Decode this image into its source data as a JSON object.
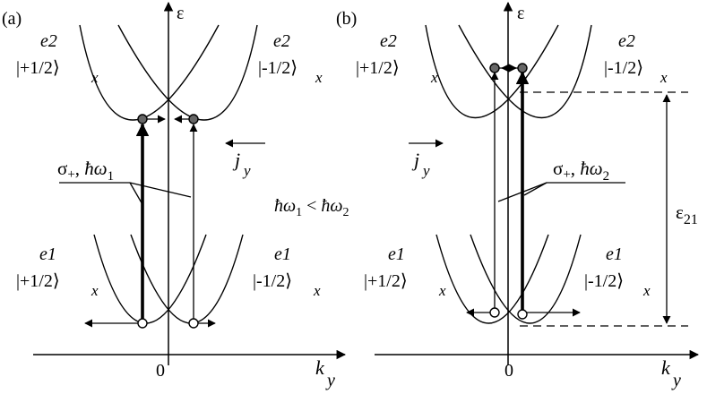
{
  "panel_a": {
    "tag": "(a)",
    "energy_axis": "ε",
    "k_axis": "k",
    "k_axis_sub": "y",
    "origin": "0",
    "e2_left": {
      "band": "e2",
      "state": "|+1/2⟩",
      "sub": "x"
    },
    "e2_right": {
      "band": "e2",
      "state": "|-1/2⟩",
      "sub": "x"
    },
    "e1_left": {
      "band": "e1",
      "state": "|+1/2⟩",
      "sub": "x"
    },
    "e1_right": {
      "band": "e1",
      "state": "|-1/2⟩",
      "sub": "x"
    },
    "current": "j",
    "current_sub": "y",
    "excitation": "σ",
    "excitation_sup": "+",
    "excitation_sep": ", ",
    "excitation_hbar": "ħω",
    "excitation_sub": "1"
  },
  "panel_b": {
    "tag": "(b)",
    "energy_axis": "ε",
    "k_axis": "k",
    "k_axis_sub": "y",
    "origin": "0",
    "e2_left": {
      "band": "e2",
      "state": "|+1/2⟩",
      "sub": "x"
    },
    "e2_right": {
      "band": "e2",
      "state": "|-1/2⟩",
      "sub": "x"
    },
    "e1_left": {
      "band": "e1",
      "state": "|+1/2⟩",
      "sub": "x"
    },
    "e1_right": {
      "band": "e1",
      "state": "|-1/2⟩",
      "sub": "x"
    },
    "current": "j",
    "current_sub": "y",
    "excitation": "σ",
    "excitation_sup": "+",
    "excitation_sep": ", ",
    "excitation_hbar": "ħω",
    "excitation_sub": "2",
    "gap": "ε",
    "gap_sub": "21"
  },
  "relation": {
    "lhs": "ħω",
    "lhs_sub": "1",
    "sign": " < ",
    "rhs": "ħω",
    "rhs_sub": "2"
  }
}
